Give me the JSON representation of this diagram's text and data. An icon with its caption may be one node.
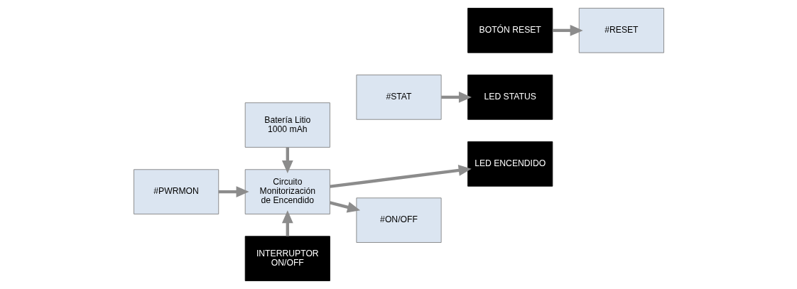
{
  "diagram": {
    "nodes": [
      {
        "text": [
          "Batería Litio 1000 mAh"
        ]
      },
      {
        "text": [
          "LED ENCENDIDO"
        ]
      },
      {
        "text": [
          "#PWRMON"
        ]
      },
      {
        "text": [
          "Circuito Monitorización de Encendido"
        ]
      },
      {
        "text": [
          "#ON/OFF"
        ]
      },
      {
        "text": [
          "#STAT"
        ]
      },
      {
        "text": [
          "LED STATUS"
        ]
      },
      {
        "text": [
          "INTERRUPTOR ON/OFF"
        ]
      },
      {
        "text": [
          "#RESET"
        ]
      },
      {
        "text": [
          "BOTÓN RESET"
        ]
      }
    ],
    "edges": [
      {
        "from": 0,
        "to": 3,
        "arrow": "to"
      },
      {
        "from": 2,
        "to": 3,
        "arrow": "to"
      },
      {
        "from": 3,
        "to": 4,
        "arrow": "to"
      },
      {
        "from": 3,
        "to": 1,
        "arrow": "to"
      },
      {
        "from": 7,
        "to": 3,
        "arrow": "to"
      },
      {
        "from": 5,
        "to": 6,
        "arrow": "to"
      },
      {
        "from": 9,
        "to": 8,
        "arrow": "to"
      }
    ]
  }
}
